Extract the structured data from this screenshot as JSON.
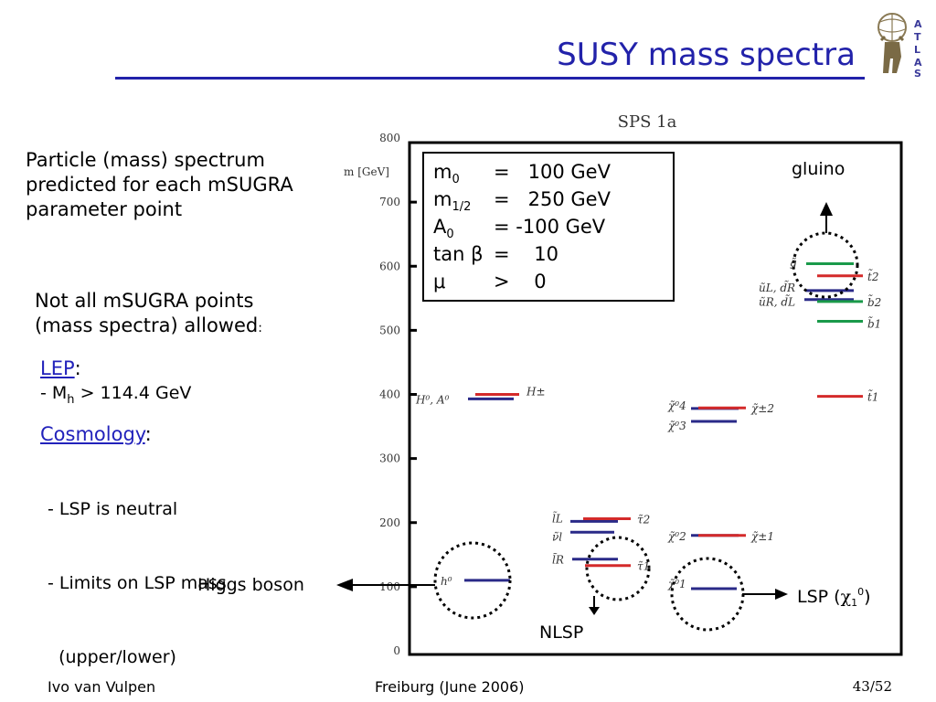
{
  "slide": {
    "title": "SUSY mass spectra",
    "intro": [
      "Particle (mass) spectrum",
      "predicted for each mSUGRA",
      "parameter point"
    ],
    "notall": [
      "Not all mSUGRA points",
      "(mass spectra) allowed"
    ],
    "notall_colon": ":",
    "lep_label": "LEP",
    "colon": ":",
    "lep_item_prefix": "- M",
    "lep_item_sub": "h",
    "lep_item_suffix": " > 114.4 GeV",
    "cosmo_label": "Cosmology",
    "cosmo_items": [
      "- LSP is neutral",
      "- Limits on LSP mass",
      "  (upper/lower)"
    ],
    "footer_left": "Ivo van Vulpen",
    "footer_mid": "Freiburg (June 2006)",
    "footer_right": "43/52",
    "logo_letters": "ATLAS"
  },
  "annotations": {
    "gluino": "gluino",
    "higgs": "Higgs boson",
    "nlsp": "NLSP",
    "lsp_prefix": "LSP (",
    "lsp_chi": "χ",
    "lsp_sub": "1",
    "lsp_sup": "0",
    "lsp_suffix": ")"
  },
  "params": [
    {
      "name": "m",
      "sub": "0",
      "rest": "=   100 GeV"
    },
    {
      "name": "m",
      "sub": "1/2",
      "rest": "=   250 GeV"
    },
    {
      "name": "A",
      "sub": "0",
      "rest": "= -100 GeV"
    },
    {
      "name": "tan β",
      "sub": "",
      "rest": "=    10"
    },
    {
      "name": "μ",
      "sub": "",
      "rest": ">    0"
    }
  ],
  "chart_data": {
    "type": "level-diagram",
    "title": "SPS 1a",
    "ylabel": "m [GeV]",
    "ylim": [
      0,
      800
    ],
    "yticks": [
      0,
      100,
      200,
      300,
      400,
      500,
      600,
      700,
      800
    ],
    "colors": {
      "red": "#d42a2a",
      "blue": "#2a2a88",
      "green": "#1a9a4a"
    },
    "columns": [
      {
        "name": "higgs",
        "levels": [
          {
            "label": "h⁰",
            "mass": 110,
            "color": "blue"
          },
          {
            "label": "H⁰, A⁰",
            "mass": 393,
            "color": "blue"
          },
          {
            "label": "H±",
            "mass": 400,
            "color": "red"
          }
        ]
      },
      {
        "name": "sleptons",
        "levels": [
          {
            "label": "l̃L",
            "mass": 202,
            "color": "blue"
          },
          {
            "label": "τ̃2",
            "mass": 206,
            "color": "red"
          },
          {
            "label": "ν̃l",
            "mass": 185,
            "color": "blue"
          },
          {
            "label": "l̃R",
            "mass": 143,
            "color": "blue"
          },
          {
            "label": "τ̃1",
            "mass": 133,
            "color": "red"
          }
        ]
      },
      {
        "name": "gauginos",
        "levels": [
          {
            "label": "χ̃⁰4",
            "mass": 378,
            "color": "blue"
          },
          {
            "label": "χ̃±2",
            "mass": 379,
            "color": "red"
          },
          {
            "label": "χ̃⁰3",
            "mass": 358,
            "color": "blue"
          },
          {
            "label": "χ̃⁰2",
            "mass": 180,
            "color": "blue"
          },
          {
            "label": "χ̃±1",
            "mass": 180,
            "color": "red"
          },
          {
            "label": "χ̃⁰1",
            "mass": 97,
            "color": "blue"
          }
        ]
      },
      {
        "name": "squarks",
        "levels": [
          {
            "label": "g̃",
            "mass": 604,
            "color": "green"
          },
          {
            "label": "t̃2",
            "mass": 585,
            "color": "red"
          },
          {
            "label": "ũL, d̃R",
            "mass": 562,
            "color": "blue"
          },
          {
            "label": "ũR, d̃L",
            "mass": 548,
            "color": "blue"
          },
          {
            "label": "b̃2",
            "mass": 545,
            "color": "green"
          },
          {
            "label": "b̃1",
            "mass": 514,
            "color": "green"
          },
          {
            "label": "t̃1",
            "mass": 397,
            "color": "red"
          }
        ]
      }
    ]
  }
}
